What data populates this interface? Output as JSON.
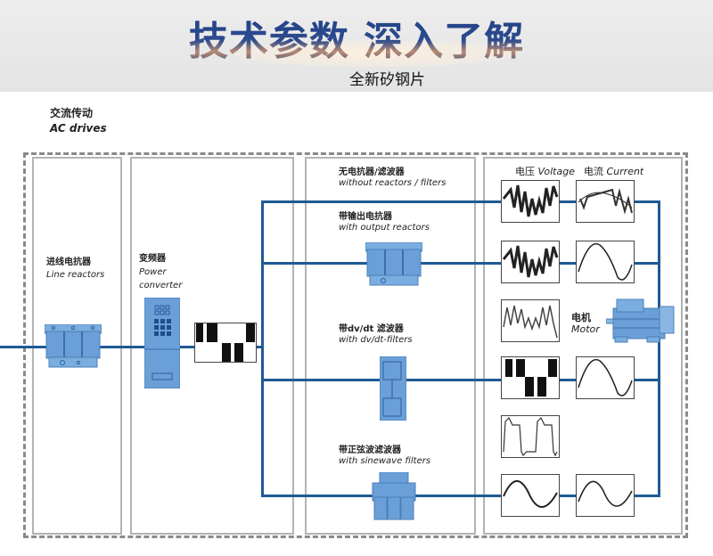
{
  "header": {
    "title": "技术参数 深入了解",
    "subtitle": "全新矽钢片"
  },
  "diagram": {
    "heading_cn": "交流传动",
    "heading_en": "AC drives",
    "line_reactors": {
      "cn": "进线电抗器",
      "en": "Line reactors"
    },
    "power_converter": {
      "cn": "变频器",
      "en1": "Power",
      "en2": "converter"
    },
    "branches": [
      {
        "cn": "无电抗器/滤波器",
        "en": "without reactors / filters"
      },
      {
        "cn": "带输出电抗器",
        "en": "with output reactors"
      },
      {
        "cn": "带dv/dt 滤波器",
        "en": "with dv/dt-filters"
      },
      {
        "cn": "带正弦波滤波器",
        "en": "with sinewave filters"
      }
    ],
    "waveform_headers": {
      "voltage_cn": "电压",
      "voltage_en": "Voltage",
      "current_cn": "电流",
      "current_en": "Current"
    },
    "motor": {
      "cn": "电机",
      "en": "Motor"
    }
  },
  "colors": {
    "wire": "#1e5a94",
    "component": "#6a9fd8",
    "panel_border": "#b3b3b3",
    "dash": "#8a8a8a"
  }
}
